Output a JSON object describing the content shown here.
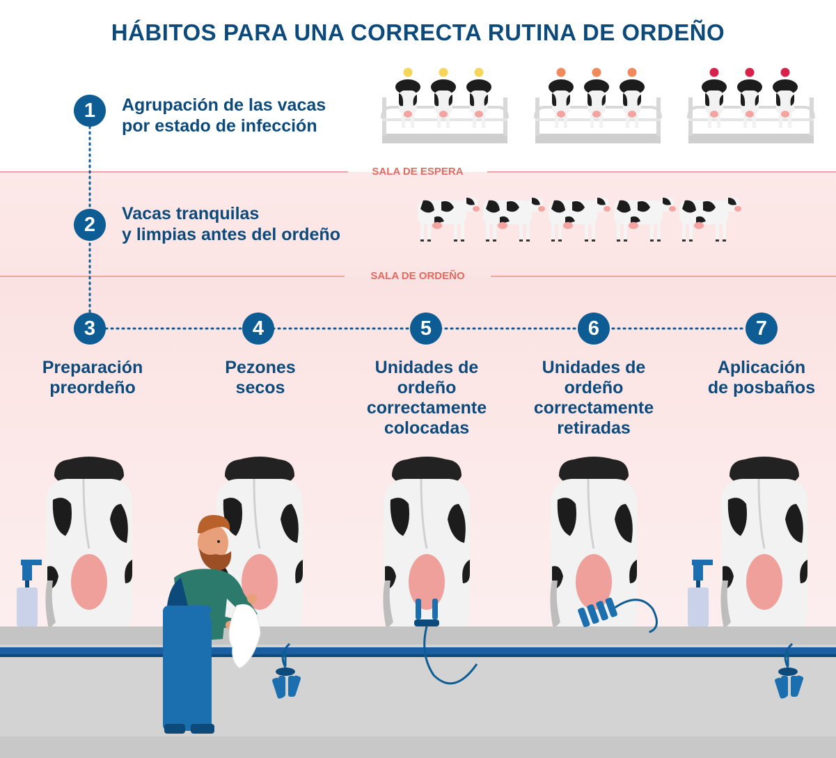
{
  "title": "HÁBITOS PARA UNA CORRECTA RUTINA DE ORDEÑO",
  "zones": {
    "waiting": "SALA DE ESPERA",
    "milking": "SALA DE ORDEÑO"
  },
  "steps": [
    {
      "number": "1",
      "label_line1": "Agrupación de las vacas",
      "label_line2": "por estado de infección"
    },
    {
      "number": "2",
      "label_line1": "Vacas tranquilas",
      "label_line2": "y limpias antes del ordeño"
    }
  ],
  "milking_steps": [
    {
      "number": "3",
      "lines": [
        "Preparación",
        "preordeño"
      ]
    },
    {
      "number": "4",
      "lines": [
        "Pezones",
        "secos"
      ]
    },
    {
      "number": "5",
      "lines": [
        "Unidades de",
        "ordeño",
        "correctamente",
        "colocadas"
      ]
    },
    {
      "number": "6",
      "lines": [
        "Unidades de",
        "ordeño",
        "correctamente",
        "retiradas"
      ]
    },
    {
      "number": "7",
      "lines": [
        "Aplicación",
        "de posbaños"
      ]
    }
  ],
  "infection_groups": [
    {
      "status_color": "#f5d65b"
    },
    {
      "status_color": "#f08a5d"
    },
    {
      "status_color": "#d6224a"
    }
  ],
  "colors": {
    "brand_blue": "#0d5c94",
    "text_blue": "#0d4a7c",
    "zone_red": "#e36a5f",
    "zone_bg": "#fdeeee"
  }
}
